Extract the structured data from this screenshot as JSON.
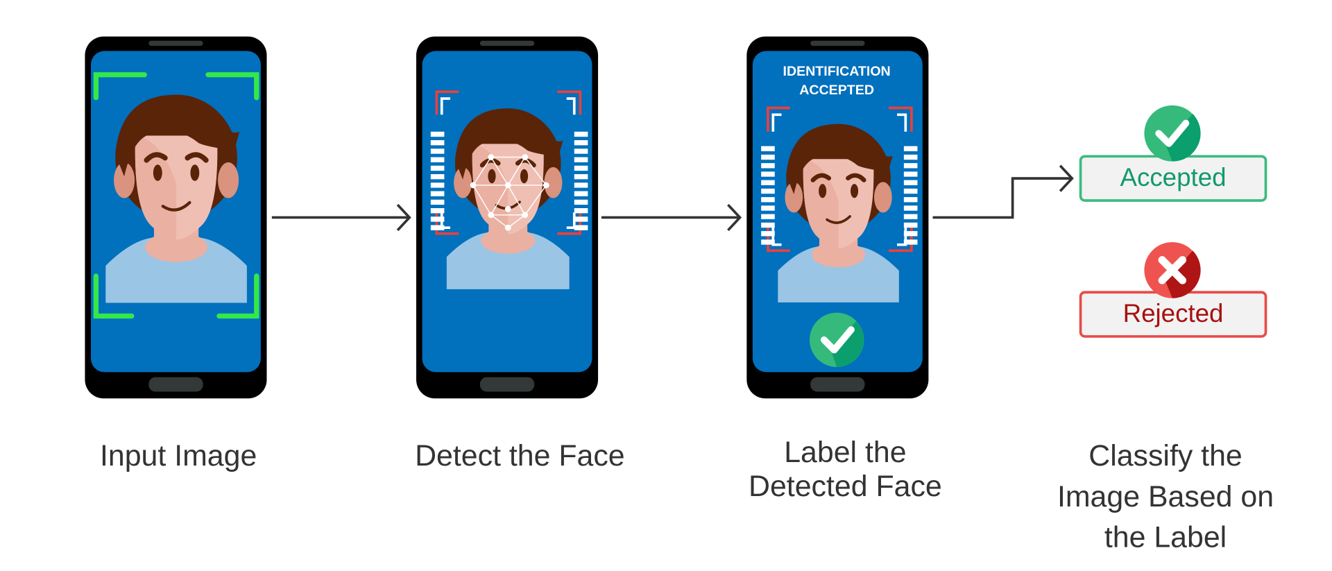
{
  "steps": [
    {
      "label": "Input Image"
    },
    {
      "label": "Detect the Face"
    },
    {
      "label": "Label the\nDetected Face",
      "screen_title_line1": "IDENTIFICATION",
      "screen_title_line2": "ACCEPTED"
    },
    {
      "label": "Classify the\nImage Based on\nthe Label"
    }
  ],
  "outcomes": {
    "accepted": {
      "label": "Accepted",
      "icon": "check-circle-icon",
      "color": "#139a6a"
    },
    "rejected": {
      "label": "Rejected",
      "icon": "x-circle-icon",
      "color": "#a81010"
    }
  },
  "colors": {
    "screen": "#0170bd",
    "frame_green": "#34e84a",
    "frame_red": "#e8413e",
    "hair": "#5a2408",
    "skin": "#f0bfb3",
    "shirt": "#9bc5e4",
    "arrow": "#333333"
  }
}
